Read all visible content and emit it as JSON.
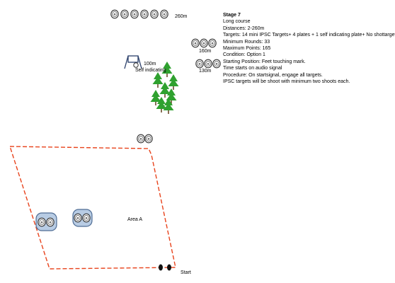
{
  "info": {
    "title": "Stage 7",
    "lines": [
      "Long course",
      "Distances: 2-260m",
      "Targets: 14 mini IPSC Targets+ 4 plates + 1 self indicating plate+ No shottargets",
      "Minimum Rounds: 33",
      "Maximum Points: 165",
      "Condition: Option 1",
      "Starting Position: Feet touching mark.",
      "Time starts on audio signal",
      "Procedure: On startsignal, engage all targets.",
      "IPSC targets will be shoot with minimum two shoots each."
    ]
  },
  "labels": {
    "d260": "260m",
    "d160": "160m",
    "d130": "130m",
    "d100": "100m",
    "self_indicating": "Self indicating",
    "area": "Area A",
    "start": "Start"
  },
  "colors": {
    "boundary": "#e8431c",
    "tree": "#2fa12f",
    "barrel": "#b8cce4",
    "barrel_stroke": "#4f6d95",
    "target_stroke": "#333333"
  }
}
